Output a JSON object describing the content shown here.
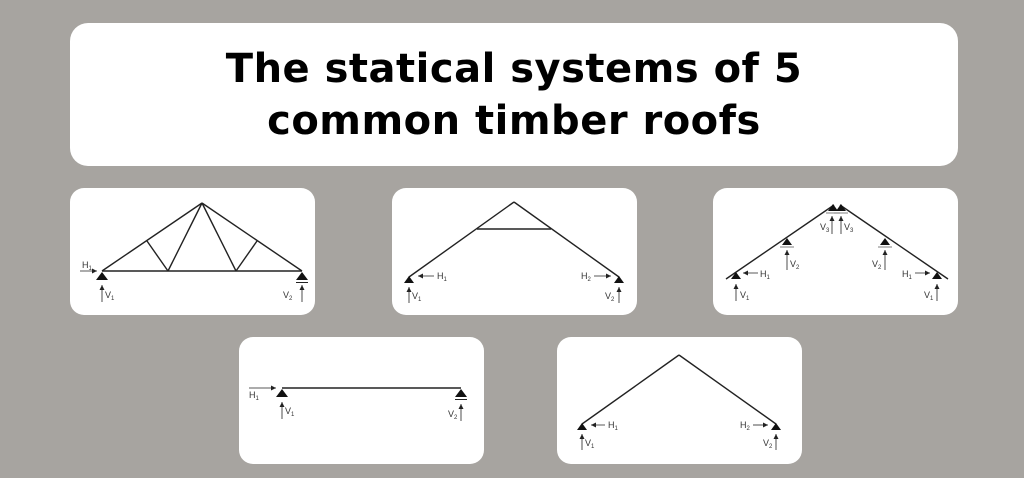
{
  "title": {
    "line1": "The statical systems of 5",
    "line2": "common timber roofs"
  },
  "colors": {
    "background": "#a7a4a0",
    "card": "#ffffff",
    "ink": "#222222"
  },
  "diagrams": [
    {
      "name": "Truss roof (W-truss / Fink truss)",
      "labels": {
        "h1": "H",
        "h1_sub": "1",
        "v1": "V",
        "v1_sub": "1",
        "v2": "V",
        "v2_sub": "2"
      }
    },
    {
      "name": "Collar beam roof",
      "labels": {
        "h1": "H",
        "h1_sub": "1",
        "h2": "H",
        "h2_sub": "2",
        "v1": "V",
        "v1_sub": "1",
        "v2": "V",
        "v2_sub": "2"
      }
    },
    {
      "name": "Purlin roof",
      "labels": {
        "h1_left": "H",
        "h1_left_sub": "1",
        "h1_right": "H",
        "h1_right_sub": "1",
        "v1_left": "V",
        "v1_left_sub": "1",
        "v1_right": "V",
        "v1_right_sub": "1",
        "v2_left": "V",
        "v2_left_sub": "2",
        "v2_right": "V",
        "v2_right_sub": "2",
        "v3_left": "V",
        "v3_left_sub": "3",
        "v3_right": "V",
        "v3_right_sub": "3"
      }
    },
    {
      "name": "Flat roof beam",
      "labels": {
        "h1": "H",
        "h1_sub": "1",
        "v1": "V",
        "v1_sub": "1",
        "v2": "V",
        "v2_sub": "2"
      }
    },
    {
      "name": "Rafter roof",
      "labels": {
        "h1": "H",
        "h1_sub": "1",
        "h2": "H",
        "h2_sub": "2",
        "v1": "V",
        "v1_sub": "1",
        "v2": "V",
        "v2_sub": "2"
      }
    }
  ]
}
